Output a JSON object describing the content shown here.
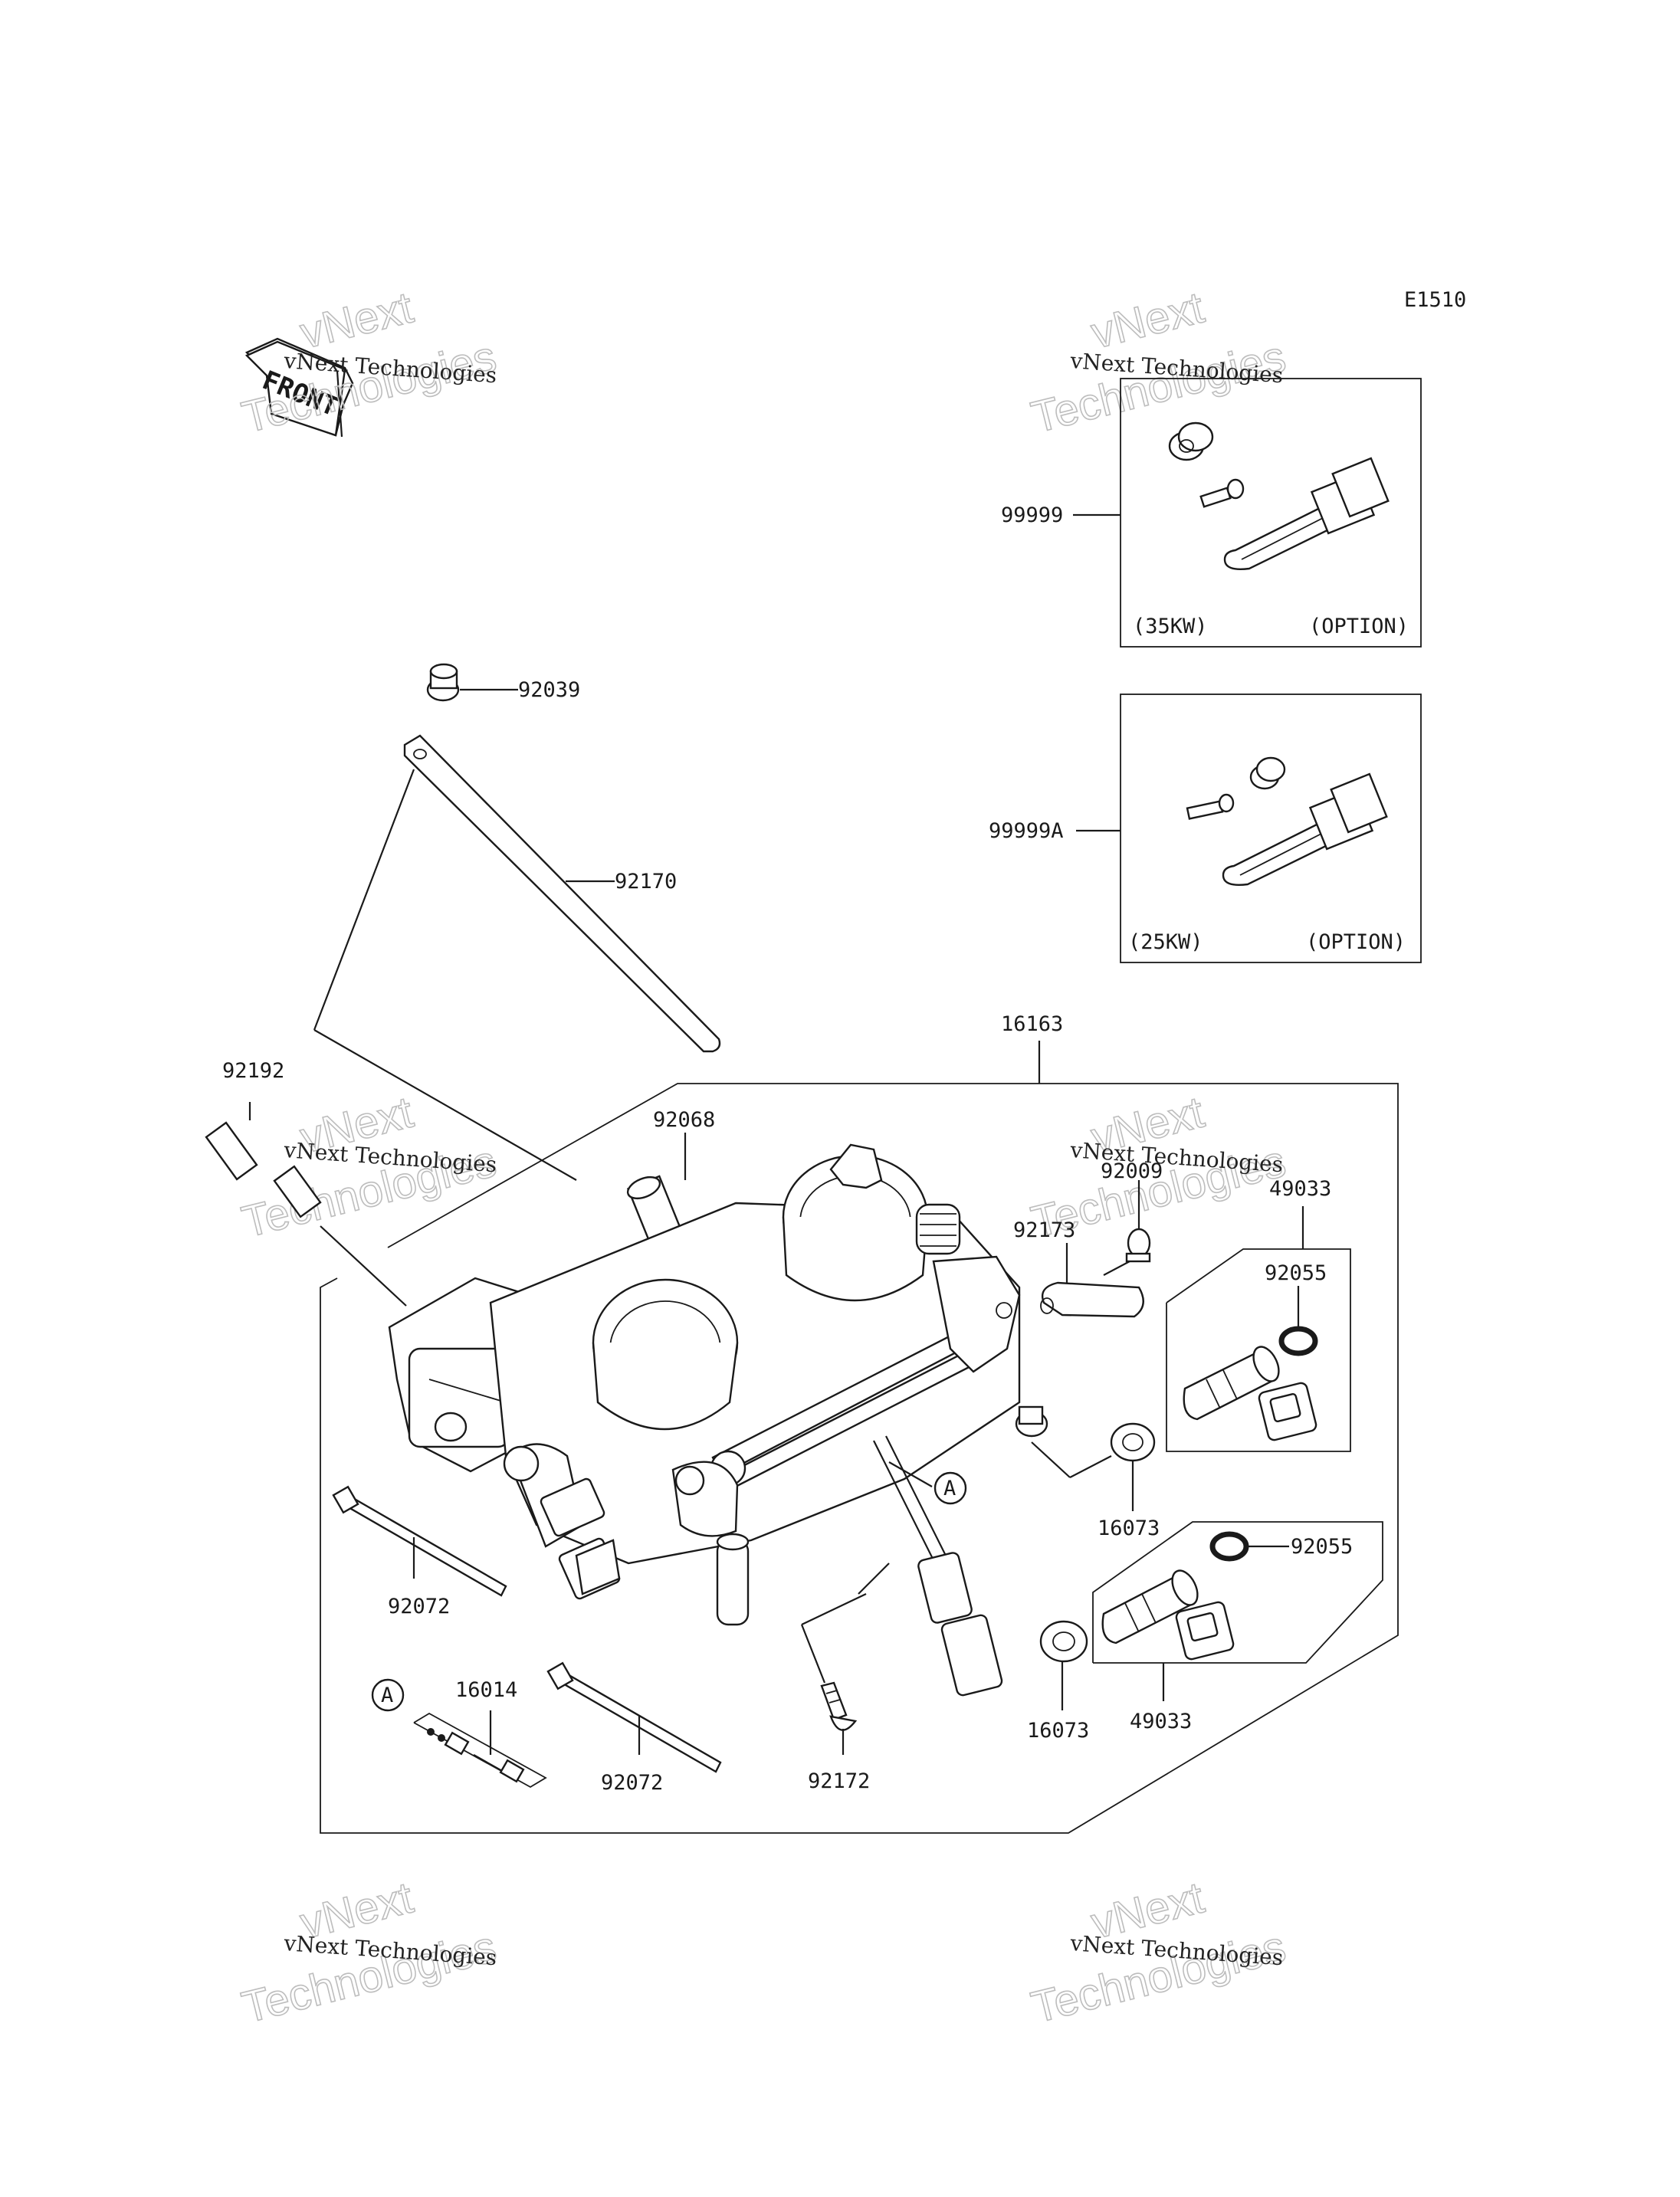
{
  "diagram_code": "E1510",
  "front_label": "FRONT",
  "watermark": {
    "line1": "vNext Technologies",
    "line2": "vNext",
    "line3": "Technologies"
  },
  "option_boxes": [
    {
      "part_no": "99999",
      "power": "(35KW)",
      "note": "(OPTION)"
    },
    {
      "part_no": "99999A",
      "power": "(25KW)",
      "note": "(OPTION)"
    }
  ],
  "callouts": {
    "c92039": "92039",
    "c92170": "92170",
    "c16163": "16163",
    "c92192": "92192",
    "c92068": "92068",
    "c92009": "92009",
    "c49033a": "49033",
    "c92173": "92173",
    "c92055a": "92055",
    "c16073a": "16073",
    "c92055b": "92055",
    "c49033b": "49033",
    "c16073b": "16073",
    "c92072a": "92072",
    "c16014": "16014",
    "c92072b": "92072",
    "c92172": "92172",
    "ref_a1": "A",
    "ref_a2": "A"
  }
}
